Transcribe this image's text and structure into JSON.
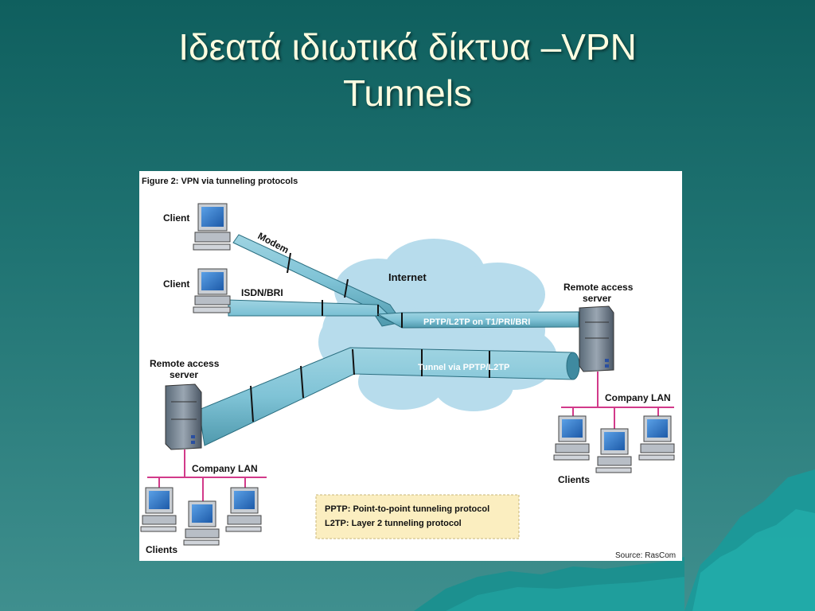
{
  "slide": {
    "title_line1": "Ιδεατά ιδιωτικά δίκτυα –VPN",
    "title_line2": "Tunnels"
  },
  "figure": {
    "caption": "Figure 2: VPN via tunneling protocols",
    "labels": {
      "client_top": "Client",
      "client_mid": "Client",
      "modem": "Modem",
      "isdn": "ISDN/BRI",
      "internet": "Internet",
      "pptp_t1": "PPTP/L2TP on T1/PRI/BRI",
      "tunnel": "Tunnel via PPTP/L2TP",
      "ras_right_1": "Remote access",
      "ras_right_2": "server",
      "ras_left_1": "Remote access",
      "ras_left_2": "server",
      "lan_right": "Company LAN",
      "lan_left": "Company LAN",
      "clients_right": "Clients",
      "clients_left": "Clients",
      "legend_pptp": "PPTP: Point-to-point tunneling protocol",
      "legend_l2tp": "L2TP: Layer 2 tunneling protocol",
      "source": "Source: RasCom"
    },
    "colors": {
      "cloud": "#b7dcec",
      "tube": "#7fc3d6",
      "lan_line": "#d23a8a",
      "legend_bg": "#fbeec0"
    }
  }
}
